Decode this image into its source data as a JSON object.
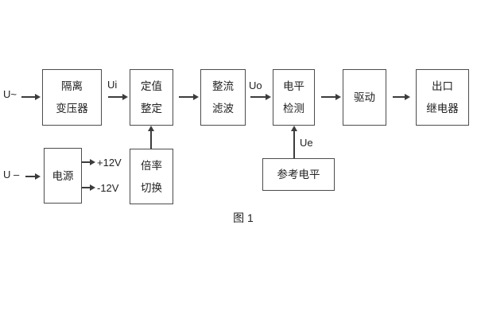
{
  "colors": {
    "background": "#ffffff",
    "border": "#4c4c4c",
    "line": "#3c3c3c",
    "text": "#222222"
  },
  "inputs": {
    "ac_input": "U~",
    "dc_input": "U –"
  },
  "signals": {
    "ui": "Ui",
    "uo": "Uo",
    "ue": "Ue",
    "plus12v": "+12V",
    "minus12v": "-12V"
  },
  "blocks": {
    "isolation_transformer": {
      "line1": "隔离",
      "line2": "变压器"
    },
    "setpoint_adjust": {
      "line1": "定值",
      "line2": "整定"
    },
    "rectifier_filter": {
      "line1": "整流",
      "line2": "滤波"
    },
    "level_detect": {
      "line1": "电平",
      "line2": "检测"
    },
    "drive": {
      "line1": "驱动"
    },
    "output_relay": {
      "line1": "出口",
      "line2": "继电器"
    },
    "power_supply": {
      "line1": "电源"
    },
    "ratio_switch": {
      "line1": "倍率",
      "line2": "切换"
    },
    "reference_level": {
      "line1": "参考电平"
    }
  },
  "figure": {
    "caption": "图 1"
  }
}
